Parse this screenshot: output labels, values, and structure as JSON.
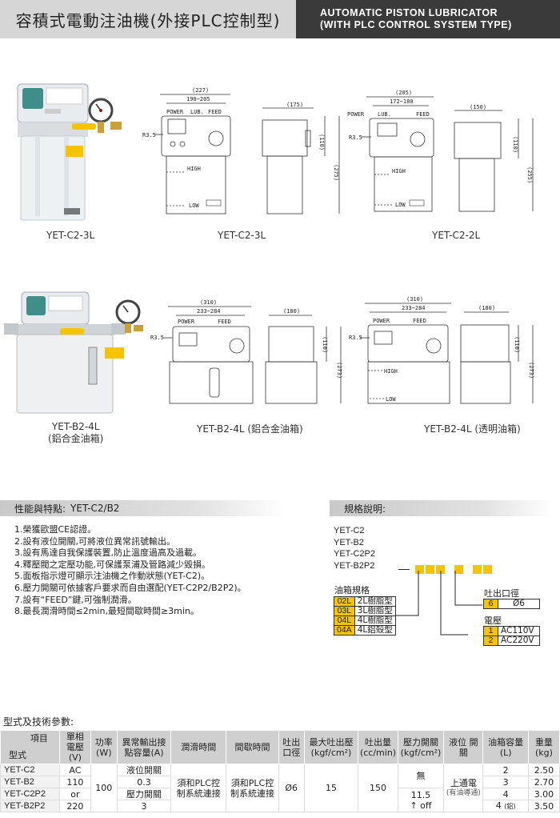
{
  "header": {
    "title_cn": "容積式電動注油機(外接PLC控制型)",
    "title_en_1": "AUTOMATIC PISTON LUBRICATOR",
    "title_en_2": "(WITH PLC CONTROL SYSTEM TYPE)"
  },
  "row1": {
    "photo_caption": "YET-C2-3L",
    "drawing1_caption": "YET-C2-3L",
    "drawing2_caption": "YET-C2-2L",
    "d1": {
      "w1": "(227)",
      "w2": "190~205",
      "w3": "(175)",
      "power": "POWER",
      "lub": "LUB.",
      "feed": "FEED",
      "r": "R3.5",
      "high": "HIGH",
      "low": "LOW",
      "h1": "(110)",
      "h2": "(275)"
    },
    "d2": {
      "w1": "(205)",
      "w2": "172~180",
      "w3": "(150)",
      "power": "POWER",
      "lub": "LUB.",
      "feed": "FEED",
      "r": "R3.5",
      "high": "HIGH",
      "low": "LOW",
      "h1": "(110)",
      "h2": "(255)"
    }
  },
  "row2": {
    "photo_caption_1": "YET-B2-4L",
    "photo_caption_2": "(鋁合金油箱)",
    "drawing1_caption": "YET-B2-4L (鋁合金油箱)",
    "drawing2_caption": "YET-B2-4L (透明油箱)",
    "d1": {
      "w1": "(310)",
      "w2": "233~284",
      "w3": "(180)",
      "power": "POWER",
      "feed": "FEED",
      "r": "R3.5",
      "h1": "(110)",
      "h2": "(273)"
    },
    "d2": {
      "w1": "(310)",
      "w2": "233~284",
      "w3": "(180)",
      "power": "POWER",
      "feed": "FEED",
      "r": "R3.5",
      "high": "HIGH",
      "low": "LOW",
      "h1": "(110)",
      "h2": "(273)"
    }
  },
  "features": {
    "heading": "性能與特點:",
    "heading_models": "YET-C2/B2",
    "items": [
      "1.榮獲歐盟CE認證。",
      "2.設有液位開關,可將液位異常訊號輸出。",
      "3.設有馬達自我保護裝置,防止溫度過高及過載。",
      "4.釋壓閥之定壓功能,可保護泵浦及管路減少毀損。",
      "5.面板指示燈可顯示注油機之作動狀態(YET-C2)。",
      "6.壓力開關可依據客戶要求而自由選配(YET-C2P2/B2P2)。",
      "7.設有“FEED”鍵,可強制潤滑。",
      "8.最長潤滑時間≤2min,最短間歇時間≥3min。"
    ]
  },
  "spec": {
    "heading": "規格說明:",
    "models": [
      "YET-C2",
      "YET-B2",
      "YET-C2P2",
      "YET-B2P2"
    ],
    "tank_label": "油箱規格",
    "tank_options": [
      {
        "code": "02L",
        "desc": "2L樹脂型"
      },
      {
        "code": "03L",
        "desc": "3L樹脂型"
      },
      {
        "code": "04L",
        "desc": "4L樹脂型"
      },
      {
        "code": "04A",
        "desc": "4L鋁殼型"
      }
    ],
    "outlet_label": "吐出口徑",
    "outlet_options": [
      {
        "code": "6",
        "desc": "Ø6"
      }
    ],
    "voltage_label": "電壓",
    "voltage_options": [
      {
        "code": "1",
        "desc": "AC110V"
      },
      {
        "code": "2",
        "desc": "AC220V"
      }
    ]
  },
  "tech": {
    "title": "型式及技術參數:",
    "headers": {
      "item": "項目",
      "model": "型式",
      "voltage": "單相 電壓(V)",
      "power": "功率 (W)",
      "output": "異常輸出接 點容量(A)",
      "lube_time": "潤滑時間",
      "interval": "間歇時間",
      "outlet": "吐出 口徑",
      "max_pressure": "最大吐出壓 (kgf/cm²)",
      "discharge": "吐出量 (cc/min)",
      "pressure_switch": "壓力開關 (kgf/cm²)",
      "level_switch": "液位 開關",
      "tank": "油箱容量 (L)",
      "weight": "重量 (kg)"
    },
    "models": [
      "YET-C2",
      "YET-B2",
      "YET-C2P2",
      "YET-B2P2"
    ],
    "voltage": [
      "AC",
      "110",
      "or",
      "220"
    ],
    "power": "100",
    "output": [
      "液位開關",
      "0.3",
      "壓力開關",
      "3"
    ],
    "lube_time": [
      "須和PLC控",
      "制系統連接"
    ],
    "interval": [
      "須和PLC控",
      "制系統連接"
    ],
    "outlet": "Ø6",
    "max_pressure": "15",
    "discharge": "150",
    "pressure_switch_none": "無",
    "pressure_switch_value": "11.5",
    "pressure_switch_off": "↑ off",
    "level_switch": "上通電",
    "level_switch_note": "(有油導通)",
    "tank": [
      "2",
      "3",
      "4",
      "4"
    ],
    "tank_note": "(鋁)",
    "weight": [
      "2.50",
      "2.70",
      "3.00",
      "3.50"
    ]
  },
  "colors": {
    "header_dark": "#3a3a3a",
    "header_light": "#d6d6d6",
    "code_yellow": "#f5c400",
    "panel_teal": "#3f8e8a"
  }
}
